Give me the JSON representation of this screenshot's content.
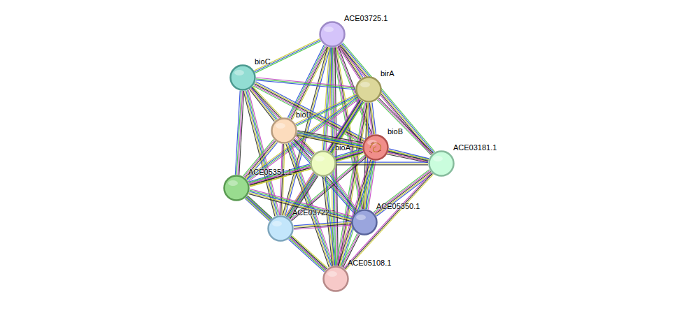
{
  "diagram": {
    "nodes": [
      {
        "text": [
          "ACE03725.1"
        ]
      },
      {
        "text": [
          "bioC"
        ]
      },
      {
        "text": [
          "birA"
        ]
      },
      {
        "text": [
          "bioD"
        ]
      },
      {
        "text": [
          "bioB"
        ]
      },
      {
        "text": [
          "bioA"
        ]
      },
      {
        "text": [
          "ACE03181.1"
        ]
      },
      {
        "text": [
          "ACE05351.1"
        ]
      },
      {
        "text": [
          "ACE03722.1"
        ]
      },
      {
        "text": [
          "ACE05350.1"
        ]
      },
      {
        "text": [
          "ACE05108.1"
        ]
      }
    ],
    "edges": [
      {
        "from": 0,
        "to": 1,
        "arrow": "none"
      },
      {
        "from": 0,
        "to": 2,
        "arrow": "none"
      },
      {
        "from": 0,
        "to": 3,
        "arrow": "none"
      },
      {
        "from": 0,
        "to": 4,
        "arrow": "none"
      },
      {
        "from": 0,
        "to": 5,
        "arrow": "none"
      },
      {
        "from": 0,
        "to": 6,
        "arrow": "none"
      },
      {
        "from": 0,
        "to": 8,
        "arrow": "none"
      },
      {
        "from": 0,
        "to": 9,
        "arrow": "none"
      },
      {
        "from": 0,
        "to": 10,
        "arrow": "none"
      },
      {
        "from": 1,
        "to": 2,
        "arrow": "none"
      },
      {
        "from": 1,
        "to": 3,
        "arrow": "none"
      },
      {
        "from": 1,
        "to": 4,
        "arrow": "none"
      },
      {
        "from": 1,
        "to": 5,
        "arrow": "none"
      },
      {
        "from": 1,
        "to": 7,
        "arrow": "none"
      },
      {
        "from": 1,
        "to": 8,
        "arrow": "none"
      },
      {
        "from": 2,
        "to": 3,
        "arrow": "none"
      },
      {
        "from": 2,
        "to": 4,
        "arrow": "none"
      },
      {
        "from": 2,
        "to": 5,
        "arrow": "none"
      },
      {
        "from": 2,
        "to": 6,
        "arrow": "none"
      },
      {
        "from": 2,
        "to": 7,
        "arrow": "none"
      },
      {
        "from": 2,
        "to": 8,
        "arrow": "none"
      },
      {
        "from": 2,
        "to": 9,
        "arrow": "none"
      },
      {
        "from": 2,
        "to": 10,
        "arrow": "none"
      },
      {
        "from": 3,
        "to": 4,
        "arrow": "none"
      },
      {
        "from": 3,
        "to": 5,
        "arrow": "none"
      },
      {
        "from": 3,
        "to": 6,
        "arrow": "none"
      },
      {
        "from": 3,
        "to": 7,
        "arrow": "none"
      },
      {
        "from": 3,
        "to": 8,
        "arrow": "none"
      },
      {
        "from": 3,
        "to": 9,
        "arrow": "none"
      },
      {
        "from": 3,
        "to": 10,
        "arrow": "none"
      },
      {
        "from": 4,
        "to": 5,
        "arrow": "none"
      },
      {
        "from": 4,
        "to": 6,
        "arrow": "none"
      },
      {
        "from": 4,
        "to": 7,
        "arrow": "none"
      },
      {
        "from": 4,
        "to": 8,
        "arrow": "none"
      },
      {
        "from": 4,
        "to": 9,
        "arrow": "none"
      },
      {
        "from": 4,
        "to": 10,
        "arrow": "none"
      },
      {
        "from": 5,
        "to": 6,
        "arrow": "none"
      },
      {
        "from": 5,
        "to": 7,
        "arrow": "none"
      },
      {
        "from": 5,
        "to": 8,
        "arrow": "none"
      },
      {
        "from": 5,
        "to": 9,
        "arrow": "none"
      },
      {
        "from": 5,
        "to": 10,
        "arrow": "none"
      },
      {
        "from": 6,
        "to": 9,
        "arrow": "none"
      },
      {
        "from": 6,
        "to": 10,
        "arrow": "none"
      },
      {
        "from": 7,
        "to": 8,
        "arrow": "none"
      },
      {
        "from": 7,
        "to": 9,
        "arrow": "none"
      },
      {
        "from": 7,
        "to": 10,
        "arrow": "none"
      },
      {
        "from": 8,
        "to": 9,
        "arrow": "none"
      },
      {
        "from": 8,
        "to": 10,
        "arrow": "none"
      },
      {
        "from": 9,
        "to": 10,
        "arrow": "none"
      }
    ]
  }
}
